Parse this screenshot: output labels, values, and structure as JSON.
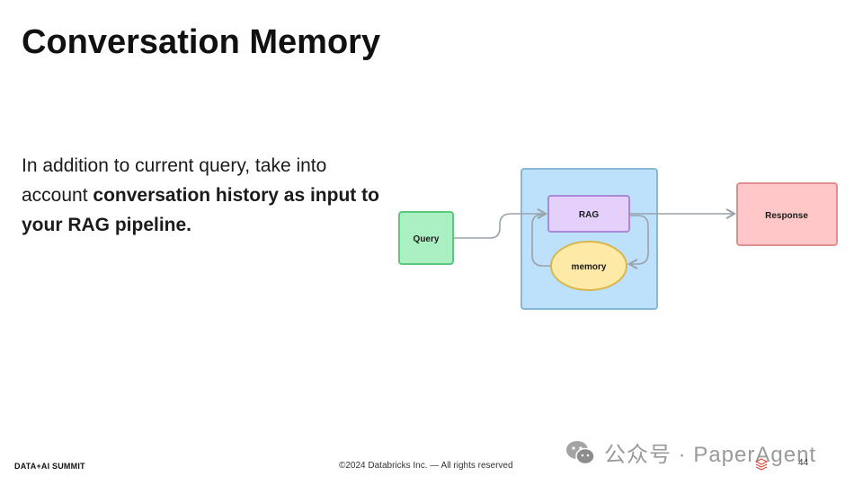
{
  "slide": {
    "title": "Conversation Memory",
    "body": {
      "prefix": "In addition to current query, take into account ",
      "bold": "conversation history as input to your RAG pipeline."
    }
  },
  "diagram": {
    "query_label": "Query",
    "rag_label": "RAG",
    "memory_label": "memory",
    "response_label": "Response"
  },
  "colors": {
    "query_fill": "#aaf0c3",
    "query_stroke": "#5cc87c",
    "container_fill": "#bde0fb",
    "container_stroke": "#88b8d8",
    "rag_fill": "#e4d0fb",
    "rag_stroke": "#a88ad8",
    "memory_fill": "#ffe9a6",
    "memory_stroke": "#d6b74e",
    "response_fill": "#ffc7c7",
    "response_stroke": "#e08f8f",
    "arrow": "#9aa2aa"
  },
  "footer": {
    "logo": "DATA+AI SUMMIT",
    "copyright": "©2024 Databricks Inc. — All rights reserved",
    "page_number": "44"
  },
  "watermark": {
    "text": "公众号 · PaperAgent",
    "icon": "wechat-icon"
  }
}
